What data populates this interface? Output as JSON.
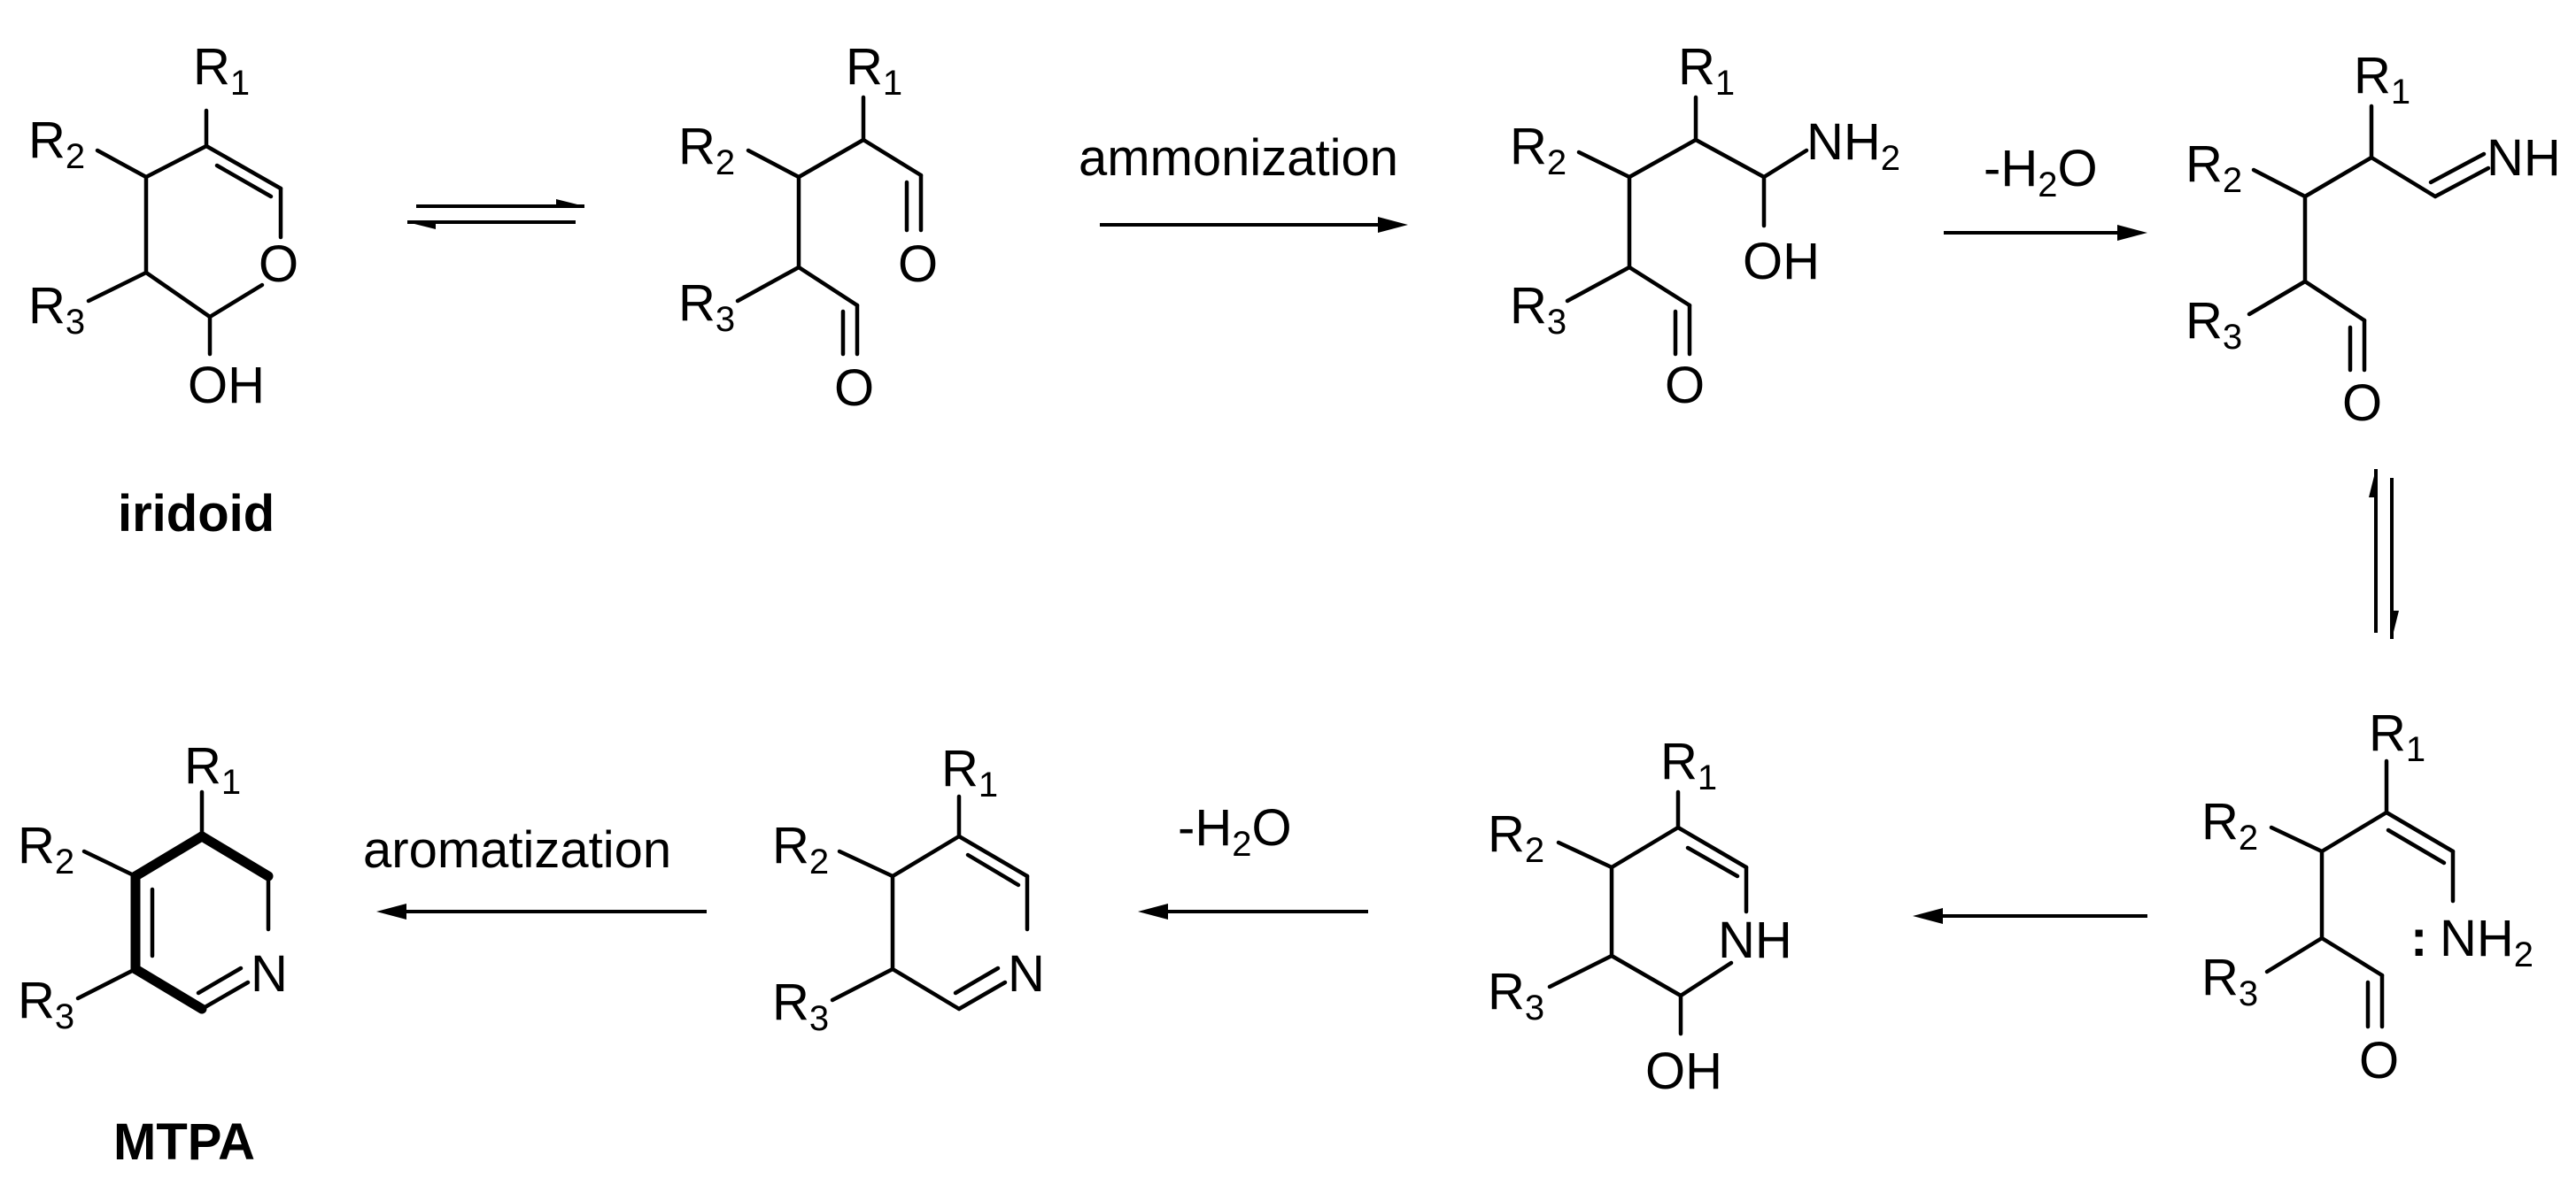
{
  "labels": {
    "r1": "R",
    "r2": "R",
    "r3": "R",
    "sub1": "1",
    "sub2": "2",
    "sub3": "3",
    "o": "O",
    "oh": "OH",
    "nh2_n": "NH",
    "nh2_sub": "2",
    "nh": "NH",
    "n": "N",
    "h": "H",
    "lone_pair": ":"
  },
  "compounds": {
    "iridoid_name": "iridoid",
    "mtpa_name": "MTPA"
  },
  "arrows": {
    "ammonization": "ammonization",
    "dehydration_1_prefix": "-H",
    "dehydration_1_sub": "2",
    "dehydration_1_suffix": "O",
    "dehydration_2_prefix": "-H",
    "dehydration_2_sub": "2",
    "dehydration_2_suffix": "O",
    "aromatization": "aromatization"
  }
}
